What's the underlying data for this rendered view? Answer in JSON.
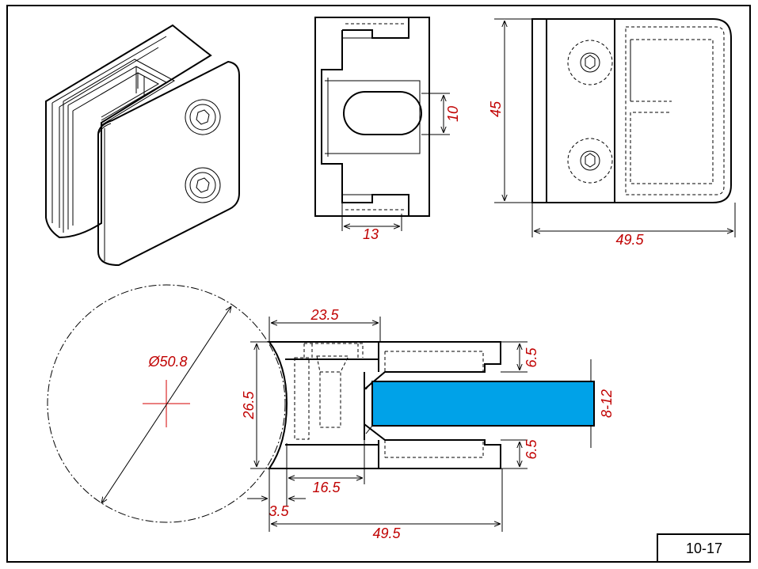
{
  "drawing_number": "10-17",
  "glass_color": "#00a2e8",
  "dimension_color": "#c00000",
  "dimensions": {
    "front_slot_width": "13",
    "front_slot_height": "10",
    "side_height": "45",
    "side_width": "49.5",
    "circle_diameter": "Ø50.8",
    "depth_top": "23.5",
    "total_height": "26.5",
    "lip_top": "6.5",
    "lip_bottom": "6.5",
    "glass_thickness": "8-12",
    "depth_bottom": "16.5",
    "offset": "3.5",
    "total_width": "49.5"
  }
}
